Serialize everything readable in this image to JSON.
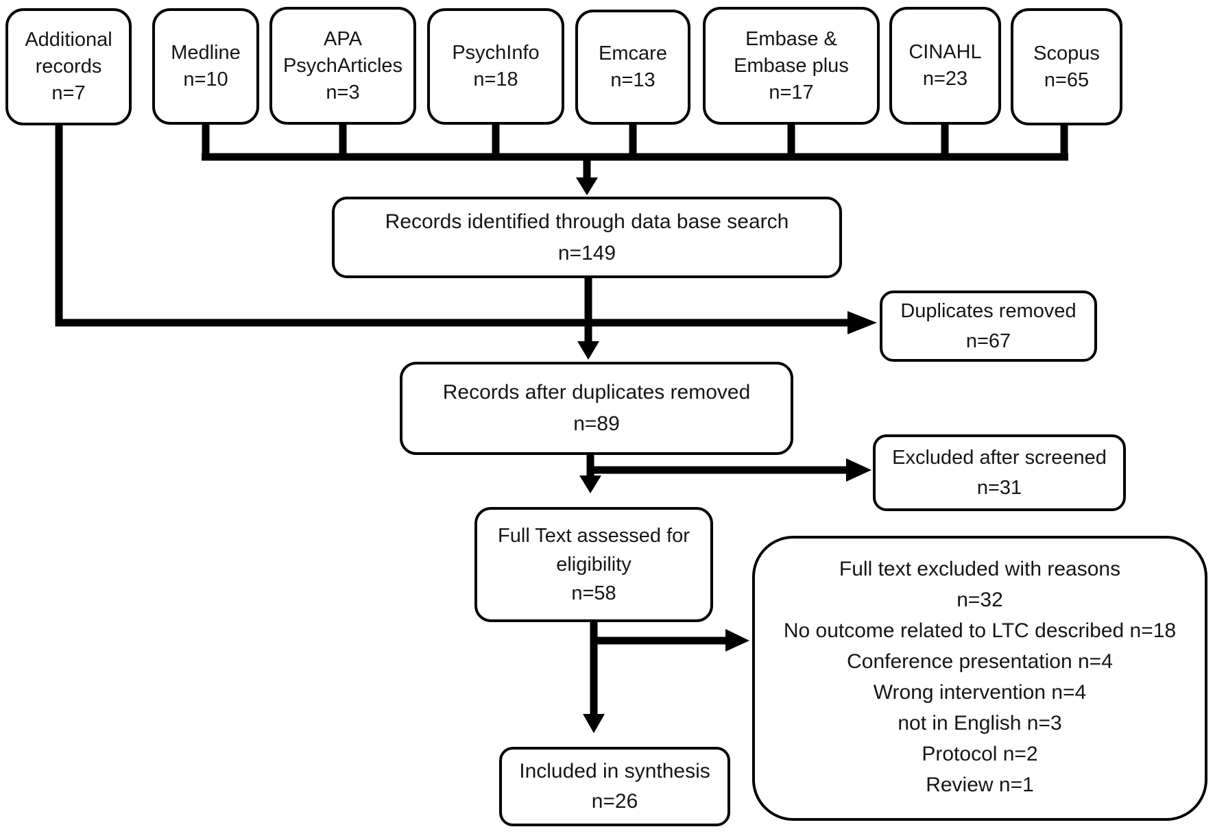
{
  "nodes": {
    "additional": {
      "lines": [
        "Additional",
        "records",
        "n=7"
      ]
    },
    "medline": {
      "lines": [
        "Medline",
        "n=10"
      ]
    },
    "apa": {
      "lines": [
        "APA",
        "PsychArticles",
        "n=3"
      ]
    },
    "psychinfo": {
      "lines": [
        "PsychInfo",
        "n=18"
      ]
    },
    "emcare": {
      "lines": [
        "Emcare",
        "n=13"
      ]
    },
    "embase": {
      "lines": [
        "Embase &",
        "Embase plus",
        "n=17"
      ]
    },
    "cinahl": {
      "lines": [
        "CINAHL",
        "n=23"
      ]
    },
    "scopus": {
      "lines": [
        "Scopus",
        "n=65"
      ]
    },
    "identified": {
      "lines": [
        "Records identified through data base search",
        "n=149"
      ]
    },
    "duplicates": {
      "lines": [
        "Duplicates removed",
        "n=67"
      ]
    },
    "after_duplicates": {
      "lines": [
        "Records after duplicates removed",
        "n=89"
      ]
    },
    "excluded_screened": {
      "lines": [
        "Excluded after screened",
        "n=31"
      ]
    },
    "full_text": {
      "lines": [
        "Full Text assessed for",
        "eligibility",
        "n=58"
      ]
    },
    "excluded_reasons": {
      "lines": [
        "Full text excluded with reasons",
        "n=32",
        "No outcome related to LTC described n=18",
        "Conference presentation n=4",
        "Wrong intervention n=4",
        "not in English n=3",
        "Protocol n=2",
        "Review n=1"
      ]
    },
    "included": {
      "lines": [
        "Included in synthesis",
        "n=26"
      ]
    }
  },
  "colors": {
    "line": "#000000",
    "box_border": "#000000",
    "box_background": "#ffffff",
    "text": "#151515",
    "page_background": "#ffffff"
  }
}
